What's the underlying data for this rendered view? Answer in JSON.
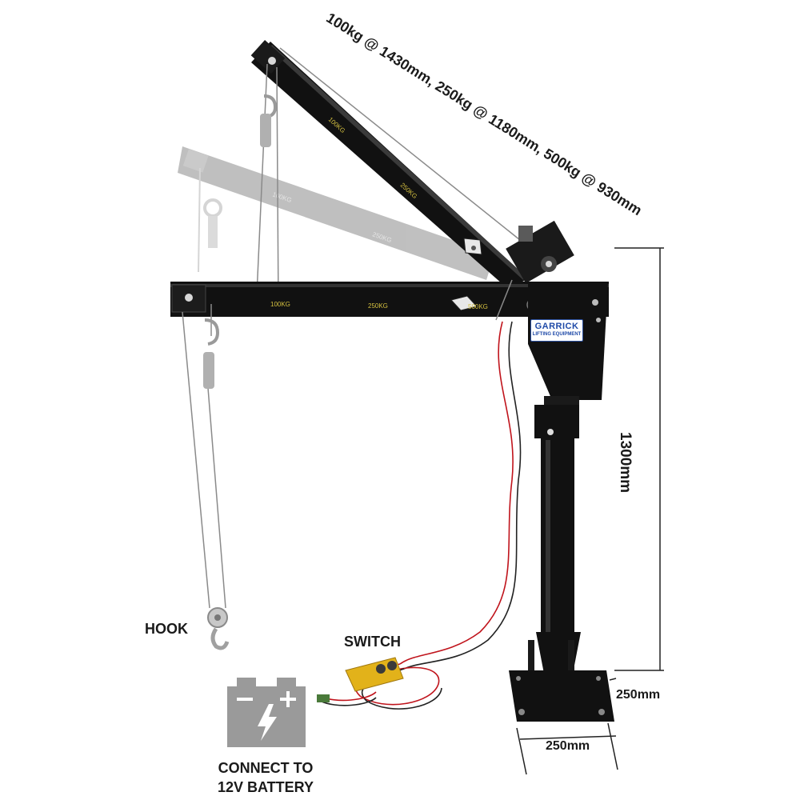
{
  "labels": {
    "capacity": "100kg @ 1430mm, 250kg @ 1180mm, 500kg @ 930mm",
    "height": "1300mm",
    "base_depth": "250mm",
    "base_width": "250mm",
    "hook": "HOOK",
    "switch": "SWITCH",
    "battery_line1": "CONNECT TO",
    "battery_line2": "12V BATTERY"
  },
  "brand": {
    "name": "GARRICK",
    "tagline": "LIFTING EQUIPMENT"
  },
  "boom_marks": {
    "mark_100": "100KG",
    "mark_250": "250KG",
    "mark_500": "500KG"
  },
  "colors": {
    "steel": "#111111",
    "ghost_steel": "#c8c8c8",
    "cable": "#8a8a8a",
    "wire_red": "#c0141c",
    "switch_yellow": "#e2b21a",
    "battery_gray": "#9a9a9a"
  }
}
